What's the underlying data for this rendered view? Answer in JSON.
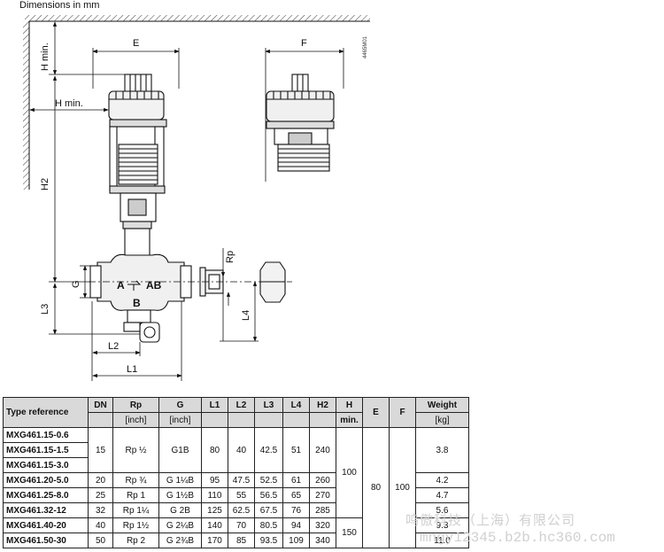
{
  "caption": "Dimensions in mm",
  "part_number": "4465M01",
  "labels": {
    "E": "E",
    "F": "F",
    "H_min_vertical": "H min.",
    "H_min_horizontal": "H min.",
    "H2": "H2",
    "G": "G",
    "L3": "L3",
    "L2": "L2",
    "L1": "L1",
    "L4": "L4",
    "Rp": "Rp",
    "port_A": "A",
    "port_AB": "AB",
    "port_B": "B"
  },
  "table": {
    "headers": [
      {
        "label": "Type reference",
        "unit": ""
      },
      {
        "label": "DN",
        "unit": ""
      },
      {
        "label": "Rp",
        "unit": "[inch]"
      },
      {
        "label": "G",
        "unit": "[inch]"
      },
      {
        "label": "L1",
        "unit": ""
      },
      {
        "label": "L2",
        "unit": ""
      },
      {
        "label": "L3",
        "unit": ""
      },
      {
        "label": "L4",
        "unit": ""
      },
      {
        "label": "H2",
        "unit": ""
      },
      {
        "label": "H",
        "unit": "min."
      },
      {
        "label": "E",
        "unit": ""
      },
      {
        "label": "F",
        "unit": ""
      },
      {
        "label": "Weight",
        "unit": "[kg]"
      }
    ],
    "group1": {
      "refs": [
        "MXG461.15-0.6",
        "MXG461.15-1.5",
        "MXG461.15-3.0"
      ],
      "dn": "15",
      "rp": "Rp ½",
      "g": "G1B",
      "l1": "80",
      "l2": "40",
      "l3": "42.5",
      "l4": "51",
      "h2": "240",
      "weight": "3.8"
    },
    "rows": [
      {
        "ref": "MXG461.20-5.0",
        "dn": "20",
        "rp": "Rp ¾",
        "g": "G 1¼B",
        "l1": "95",
        "l2": "47.5",
        "l3": "52.5",
        "l4": "61",
        "h2": "260",
        "weight": "4.2"
      },
      {
        "ref": "MXG461.25-8.0",
        "dn": "25",
        "rp": "Rp 1",
        "g": "G 1½B",
        "l1": "110",
        "l2": "55",
        "l3": "56.5",
        "l4": "65",
        "h2": "270",
        "weight": "4.7"
      },
      {
        "ref": "MXG461.32-12",
        "dn": "32",
        "rp": "Rp 1¼",
        "g": "G 2B",
        "l1": "125",
        "l2": "62.5",
        "l3": "67.5",
        "l4": "76",
        "h2": "285",
        "weight": "5.6"
      },
      {
        "ref": "MXG461.40-20",
        "dn": "40",
        "rp": "Rp 1½",
        "g": "G 2¼B",
        "l1": "140",
        "l2": "70",
        "l3": "80.5",
        "l4": "94",
        "h2": "320",
        "weight": "9.3"
      },
      {
        "ref": "MXG461.50-30",
        "dn": "50",
        "rp": "Rp 2",
        "g": "G 2¾B",
        "l1": "170",
        "l2": "85",
        "l3": "93.5",
        "l4": "109",
        "h2": "340",
        "weight": "11.0"
      }
    ],
    "h_min_a": "100",
    "h_min_b": "150",
    "e_value": "80",
    "f_value": "100"
  },
  "watermark": {
    "company": "鸣傲科技（上海）有限公司",
    "site": "mngy12345.b2b.hc360.com"
  }
}
